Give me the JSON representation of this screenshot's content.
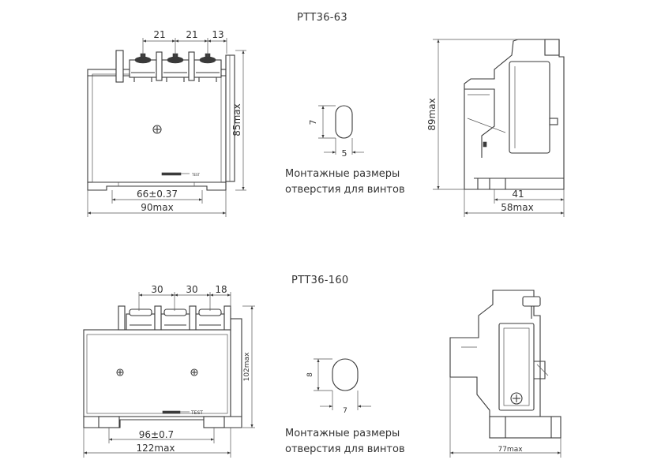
{
  "top": {
    "title": "РТТ36-63",
    "front_dims": {
      "d1": "21",
      "d2": "21",
      "d3": "13",
      "height": "85max",
      "mount": "66±0.37",
      "width": "90max",
      "test_label": "TEST"
    },
    "hole": {
      "h": "7",
      "w": "5"
    },
    "caption": [
      "Монтажные размеры",
      "отверстия для винтов"
    ],
    "side_dims": {
      "height": "89max",
      "depth1": "41",
      "depth2": "58max"
    }
  },
  "bottom": {
    "title": "РТТ36-160",
    "front_dims": {
      "d1": "30",
      "d2": "30",
      "d3": "18",
      "height": "102max",
      "mount": "96±0.7",
      "width": "122max",
      "test_label": "TEST"
    },
    "hole": {
      "h": "8",
      "w": "7"
    },
    "caption": [
      "Монтажные размеры",
      "отверстия для винтов"
    ],
    "side_dims": {
      "depth": "77max"
    }
  }
}
